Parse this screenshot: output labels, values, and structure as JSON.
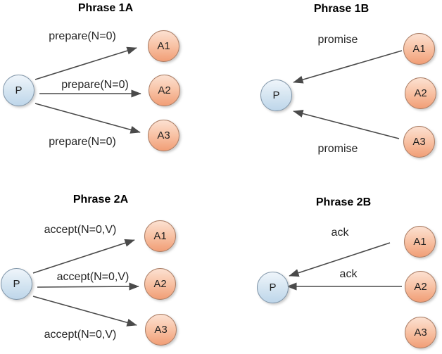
{
  "diagram": {
    "figure_type": "message-flow-diagram",
    "colors": {
      "proposer_fill": "#c6dbed",
      "proposer_border": "#8196a9",
      "acceptor_fill": "#f5a57d",
      "acceptor_border": "#ab7e66",
      "arrow": "#4a4a4a",
      "text": "#262626"
    },
    "panels": [
      {
        "title": "Phrase 1A",
        "proposer": "P",
        "acceptors": [
          "A1",
          "A2",
          "A3"
        ],
        "arrow_direction": "proposer-to-acceptors",
        "senders": [
          "P",
          "P",
          "P"
        ],
        "receivers": [
          "A1",
          "A2",
          "A3"
        ],
        "messages": [
          "prepare(N=0)",
          "prepare(N=0)",
          "prepare(N=0)"
        ]
      },
      {
        "title": "Phrase 1B",
        "proposer": "P",
        "acceptors": [
          "A1",
          "A2",
          "A3"
        ],
        "arrow_direction": "acceptors-to-proposer",
        "senders": [
          "A1",
          "A3"
        ],
        "receivers": [
          "P",
          "P"
        ],
        "messages": [
          "promise",
          "promise"
        ]
      },
      {
        "title": "Phrase 2A",
        "proposer": "P",
        "acceptors": [
          "A1",
          "A2",
          "A3"
        ],
        "arrow_direction": "proposer-to-acceptors",
        "senders": [
          "P",
          "P",
          "P"
        ],
        "receivers": [
          "A1",
          "A2",
          "A3"
        ],
        "messages": [
          "accept(N=0,V)",
          "accept(N=0,V)",
          "accept(N=0,V)"
        ]
      },
      {
        "title": "Phrase 2B",
        "proposer": "P",
        "acceptors": [
          "A1",
          "A2",
          "A3"
        ],
        "arrow_direction": "acceptors-to-proposer",
        "senders": [
          "A1",
          "A2"
        ],
        "receivers": [
          "P",
          "P"
        ],
        "messages": [
          "ack",
          "ack"
        ]
      }
    ]
  }
}
